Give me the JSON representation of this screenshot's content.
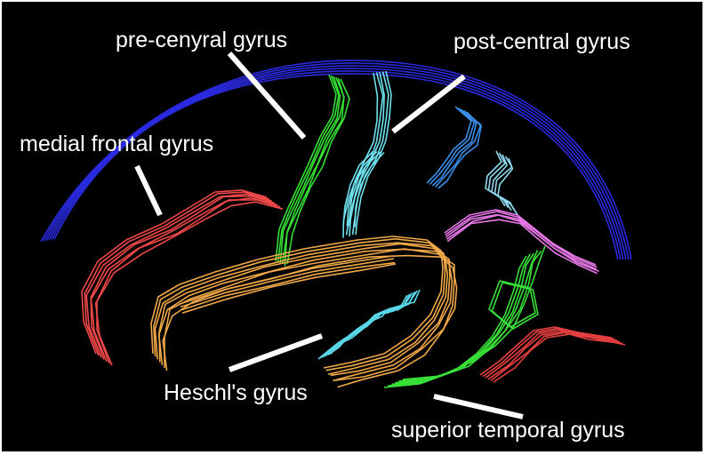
{
  "labels": {
    "precentral": "pre-cenyral gyrus",
    "postcentral": "post-central gyrus",
    "medial_frontal": "medial frontal gyrus",
    "heschl": "Heschl's gyrus",
    "superior_temporal": "superior temporal gyrus"
  },
  "colors": {
    "background": "#000000",
    "arch": "#2a2ae0",
    "precentral": "#35e035",
    "postcentral": "#6ee0ee",
    "postcentral_medial": "#3a8ee8",
    "postcentral_light": "#8ed8f0",
    "medial_frontal": "#f04848",
    "orange_loop": "#f0a848",
    "heschl": "#5ad8e8",
    "pink": "#e878e8",
    "superior_temporal": "#38e038",
    "temporal_red": "#e84040",
    "pointer": "#ffffff"
  }
}
